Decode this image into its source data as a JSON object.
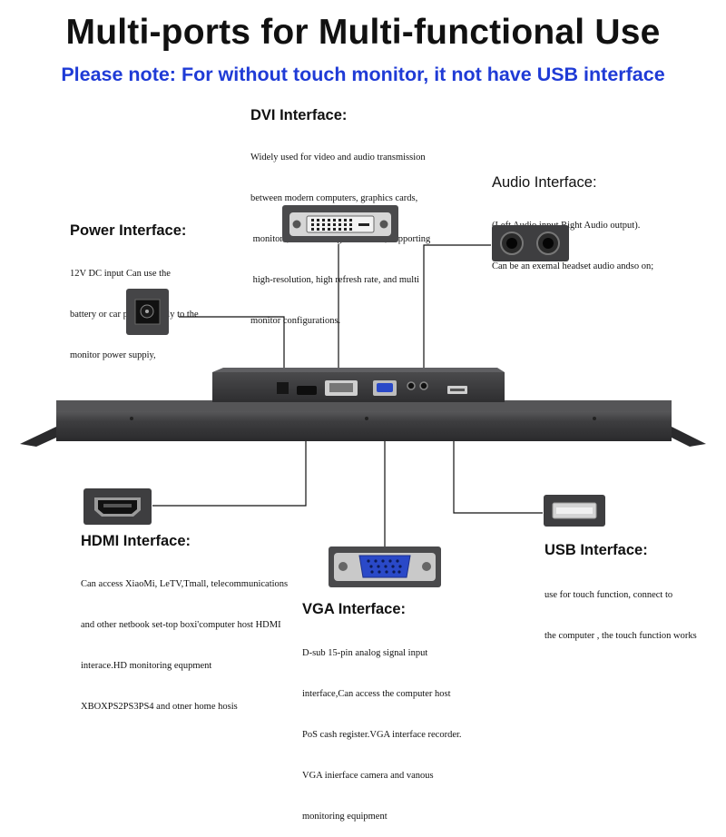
{
  "title": "Multi-ports for Multi-functional Use",
  "note": "Please note: For without touch monitor, it not have USB interface",
  "colors": {
    "note": "#1f3bd6",
    "chassis": "#3c3c3e",
    "vga_connector": "#2a49c8"
  },
  "sections": {
    "dvi": {
      "heading": "DVI Interface:",
      "lines": [
        "Widely used for video and audio transmission",
        "between modern computers, graphics cards,",
        " monitors, and other digital devices, supporting",
        " high-resolution, high refresh rate, and multi",
        "monitor configurations."
      ]
    },
    "audio": {
      "heading": "Audio Interface:",
      "lines": [
        "(Left Audio input Right Audio output).",
        "Can be an exemal headset audio andso on;"
      ]
    },
    "power": {
      "heading": "Power Interface:",
      "lines": [
        "12V DC input Can use the",
        "battery or car power supply to the",
        "monitor power suppiy,"
      ]
    },
    "hdmi": {
      "heading": "HDMI Interface:",
      "lines": [
        "Can access XiaoMi, LeTV,Tmall, telecommunications",
        "and other netbook set-top boxi'computer host HDMI",
        "interace.HD monitoring equpment",
        "XBOXPS2PS3PS4 and otner home hosis"
      ]
    },
    "usb": {
      "heading": "USB Interface:",
      "lines": [
        "use for touch function, connect to",
        "the computer , the touch function works"
      ]
    },
    "vga": {
      "heading": "VGA Interface:",
      "lines": [
        "D-sub 15-pin analog signal input",
        "interface,Can access the computer host",
        "PoS cash register.VGA interface recorder.",
        "VGA inierface camera and vanous",
        "monitoring equipment"
      ]
    }
  }
}
